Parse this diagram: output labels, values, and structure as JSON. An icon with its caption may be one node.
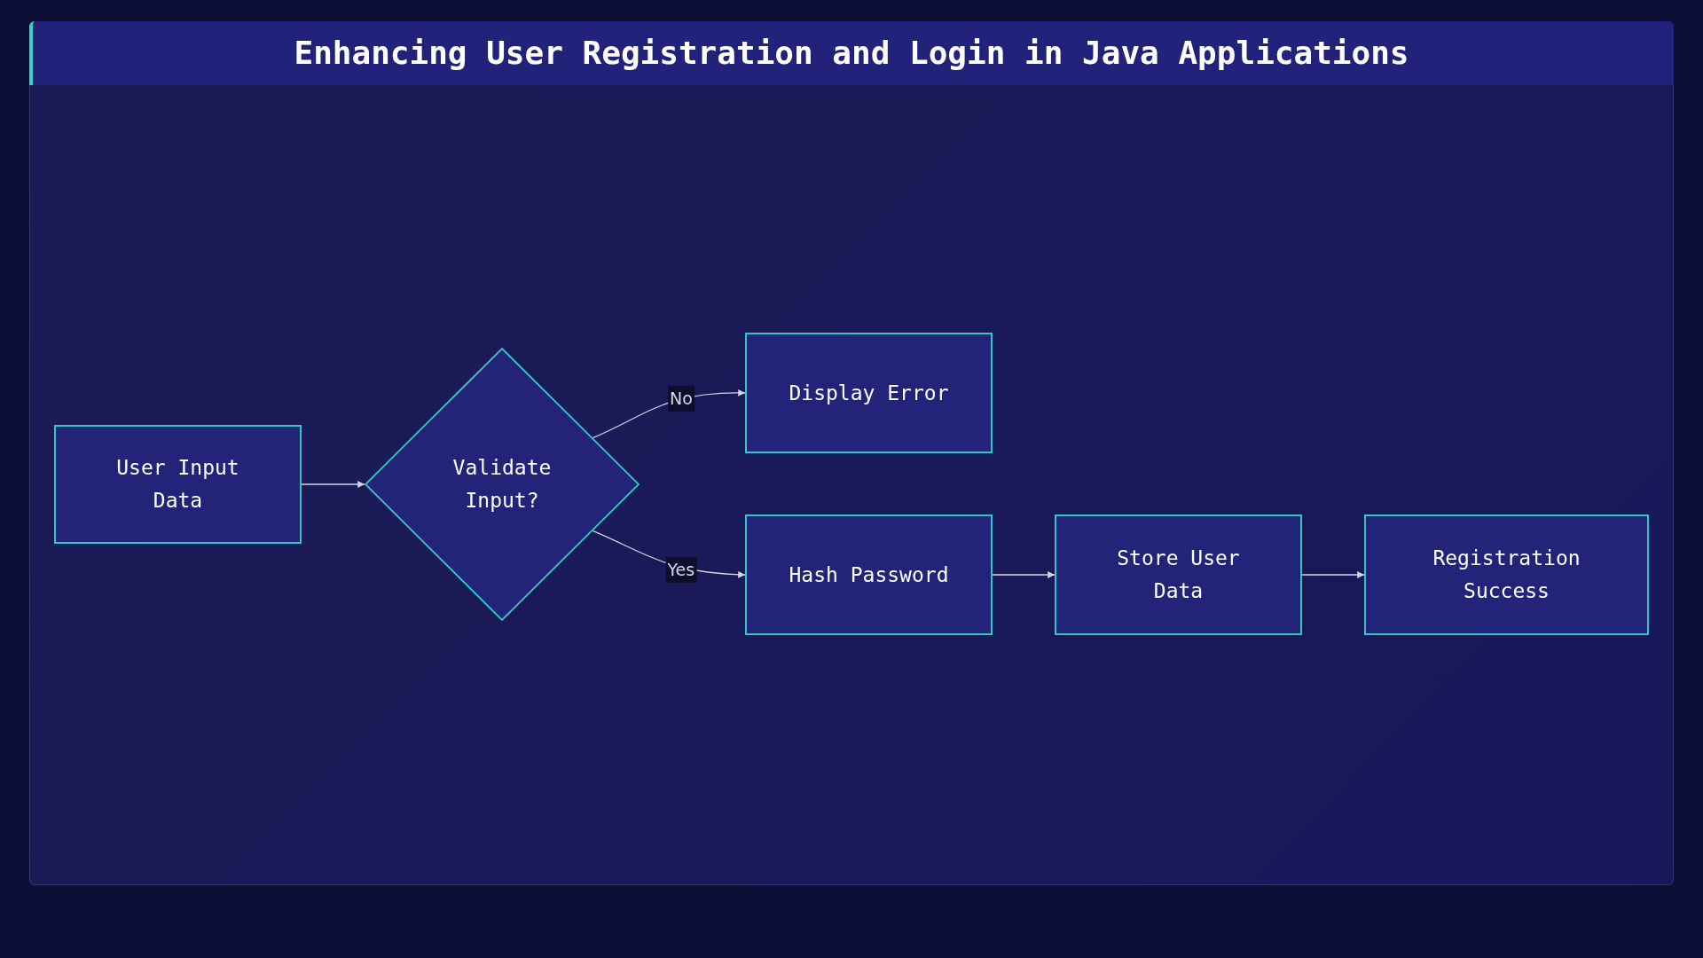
{
  "diagram": {
    "title": "Enhancing User Registration and Login in Java Applications",
    "nodes": [
      {
        "text": [
          "User Input Data"
        ]
      },
      {
        "text": [
          "Validate Input?"
        ]
      },
      {
        "text": [
          "Display Error"
        ]
      },
      {
        "text": [
          "Hash Password"
        ]
      },
      {
        "text": [
          "Store User Data"
        ]
      },
      {
        "text": [
          "Registration Success"
        ]
      }
    ],
    "edges": [
      {
        "from": 0,
        "to": 1,
        "arrow": "to"
      },
      {
        "from": 1,
        "to": 2,
        "arrow": "to",
        "label": "No"
      },
      {
        "from": 1,
        "to": 3,
        "arrow": "to",
        "label": "Yes"
      },
      {
        "from": 3,
        "to": 4,
        "arrow": "to"
      },
      {
        "from": 4,
        "to": 5,
        "arrow": "to"
      }
    ]
  }
}
